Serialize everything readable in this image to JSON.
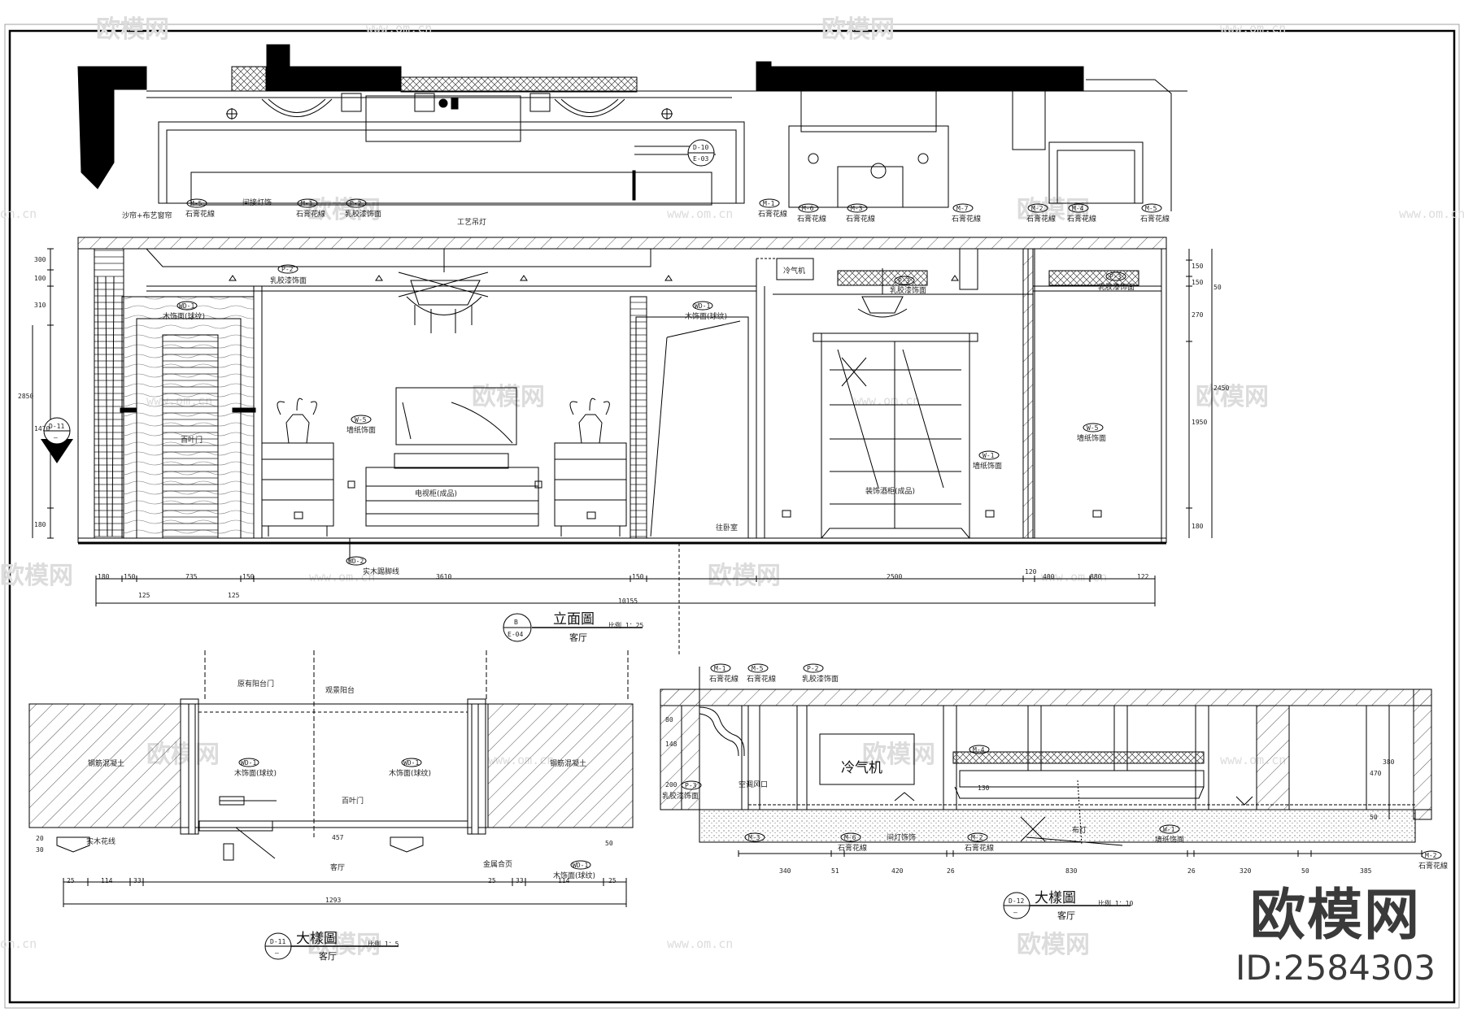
{
  "brand": {
    "name": "欧模网",
    "id": "ID:2584303"
  },
  "watermark": {
    "text": "欧模网",
    "url": "www.om.cn",
    "url_short": "om.cn"
  },
  "elevation": {
    "title": "立面圖",
    "subtitle": "客厅",
    "tag_top": "B",
    "tag_bottom": "E-04",
    "scale": "比例 1：25",
    "callouts": [
      {
        "tag": "M-5",
        "text": "石膏花線"
      },
      {
        "tag": "M-1",
        "text": "石膏花線"
      },
      {
        "tag": "P-2",
        "text": "乳胶漆饰面"
      },
      {
        "tag": "M-1",
        "text": "石膏花線"
      },
      {
        "tag": "M-6",
        "text": "石膏花線"
      },
      {
        "tag": "M-3",
        "text": "石膏花線"
      },
      {
        "tag": "M-7",
        "text": "石膏花線"
      },
      {
        "tag": "M-2",
        "text": "石膏花線"
      },
      {
        "tag": "M-4",
        "text": "石膏花線"
      },
      {
        "tag": "M-5",
        "text": "石膏花線"
      }
    ],
    "labels": {
      "curtain": "沙帘+布艺窗帘",
      "hidden_light": "间接灯饰",
      "chandelier": "工艺吊灯",
      "ceiling_paint": "乳胶漆饰面",
      "wood_panel": "木饰面(球纹)",
      "wood_panel2": "木饰面(球纹)",
      "shutter_door": "百叶门",
      "wallpaper": "墙纸饰面",
      "wallpaper2": "墙纸饰面",
      "wallpaper3": "墙纸饰面",
      "tv_cabinet": "电视柜(成品)",
      "display_cabinet": "装饰酒柜(成品)",
      "aircon": "冷气机",
      "skirting": "实木踢脚线",
      "to_room": "往卧室",
      "tag_wd1": "WD-1",
      "tag_wd2": "WD-2",
      "tag_w5": "W-5",
      "tag_w1": "W-1",
      "tag_p2": "P-2",
      "tag_p3": "P-3",
      "latex_p3": "乳胶漆饰面",
      "latex_p3b": "乳胶漆饰面"
    },
    "section_tags": [
      {
        "top": "D-10",
        "bottom": "E-03"
      },
      {
        "top": "D-11",
        "bottom": "—"
      }
    ],
    "dims_bottom": [
      "180",
      "150",
      "735",
      "150",
      "3610",
      "150",
      "2500",
      "120",
      "400",
      "880",
      "122"
    ],
    "dims_bottom2": [
      "125",
      "125"
    ],
    "dim_total": "10155",
    "dims_left": [
      "300",
      "100",
      "310",
      "2850",
      "1470",
      "180"
    ],
    "dims_right": [
      "150",
      "150",
      "50",
      "270",
      "1950",
      "2450",
      "180"
    ]
  },
  "detail_left": {
    "title": "大樣圖",
    "subtitle": "客厅",
    "tag_top": "D-11",
    "tag_bottom": "—",
    "scale": "比例 1：5",
    "labels": {
      "balcony_door": "原有阳台门",
      "balcony": "观景阳台",
      "rebar": "钢筋混凝土",
      "rebar2": "钢筋混凝土",
      "wood_panel": "木饰面(球纹)",
      "wood_panel2": "木饰面(球纹)",
      "wood_panel3": "木饰面(球纹)",
      "shutter": "百叶门",
      "solid_wood": "实木花线",
      "hinge": "金属合页",
      "room": "客厅",
      "room2": "客厅",
      "tag_wd1a": "WD-1",
      "tag_wd1b": "WD-1",
      "tag_wd1c": "WD-1"
    },
    "dims": [
      "25",
      "114",
      "33",
      "25",
      "33",
      "114",
      "25"
    ],
    "dim_total": "1293",
    "dim_mid": "457",
    "dims_left": [
      "20",
      "30"
    ],
    "dim_right": "50"
  },
  "detail_right": {
    "title": "大樣圖",
    "subtitle": "客厅",
    "tag_top": "D-12",
    "tag_bottom": "—",
    "scale": "比例 1：10",
    "callouts": [
      {
        "tag": "M-1",
        "text": "石膏花線"
      },
      {
        "tag": "M-5",
        "text": "石膏花線"
      },
      {
        "tag": "P-2",
        "text": "乳胶漆饰面"
      }
    ],
    "labels": {
      "aircon": "冷气机",
      "vent": "空调风口",
      "latex": "乳胶漆饰面",
      "hidden": "间灯饰饰",
      "fabric": "布灯",
      "wallpaper": "墙纸饰面",
      "gypsum_m6": "石膏花線",
      "gypsum_m2": "石膏花線",
      "gypsum_m2b": "石膏花線",
      "tag_m3": "M-3",
      "tag_m6": "M-6",
      "tag_m2": "M-2",
      "tag_w1": "W-1",
      "tag_m2b": "M-2",
      "tag_p3": "P-3",
      "tag_m4": "M-4"
    },
    "dims": [
      "340",
      "51",
      "420",
      "26",
      "830",
      "26",
      "320",
      "50",
      "385"
    ],
    "dims_left": [
      "80",
      "148",
      "200"
    ],
    "dims_right": [
      "380",
      "470",
      "50"
    ],
    "dim_mid": "130"
  }
}
